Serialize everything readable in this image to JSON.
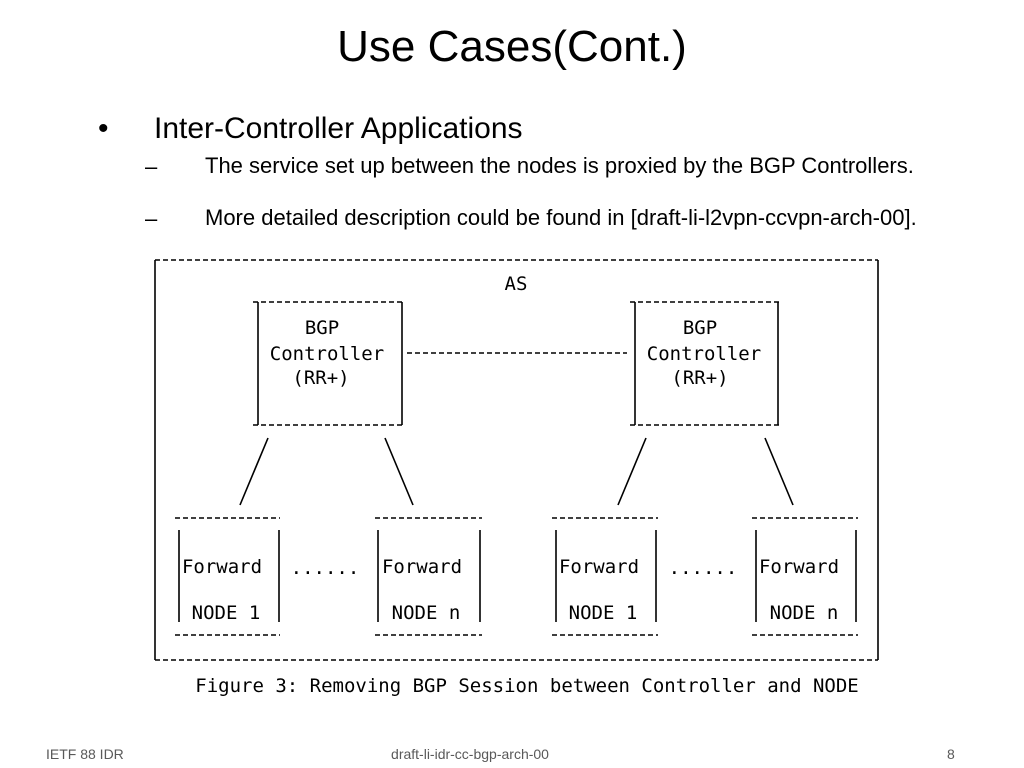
{
  "slide": {
    "title": "Use Cases(Cont.)",
    "bullet": {
      "marker": "•",
      "text": "Inter-Controller Applications"
    },
    "subbullets": [
      {
        "marker": "–",
        "text": "The service set up between the nodes is proxied by the BGP Controllers."
      },
      {
        "marker": "–",
        "text": "More detailed description could be found in [draft-li-l2vpn-ccvpn-arch-00]."
      }
    ]
  },
  "figure": {
    "as_label": "AS",
    "controllers": [
      {
        "line1": "BGP",
        "line2": "Controller",
        "line3": "(RR+)"
      },
      {
        "line1": "BGP",
        "line2": "Controller",
        "line3": "(RR+)"
      }
    ],
    "nodes": [
      {
        "line1": "Forward",
        "line2": "NODE 1"
      },
      {
        "line1": "Forward",
        "line2": "NODE n"
      },
      {
        "line1": "Forward",
        "line2": "NODE 1"
      },
      {
        "line1": "Forward",
        "line2": "NODE n"
      }
    ],
    "ellipsis": "......",
    "caption": "Figure 3: Removing BGP Session between Controller and NODE"
  },
  "footer": {
    "left": "IETF 88 IDR",
    "center": "draft-li-idr-cc-bgp-arch-00",
    "right": "8"
  }
}
